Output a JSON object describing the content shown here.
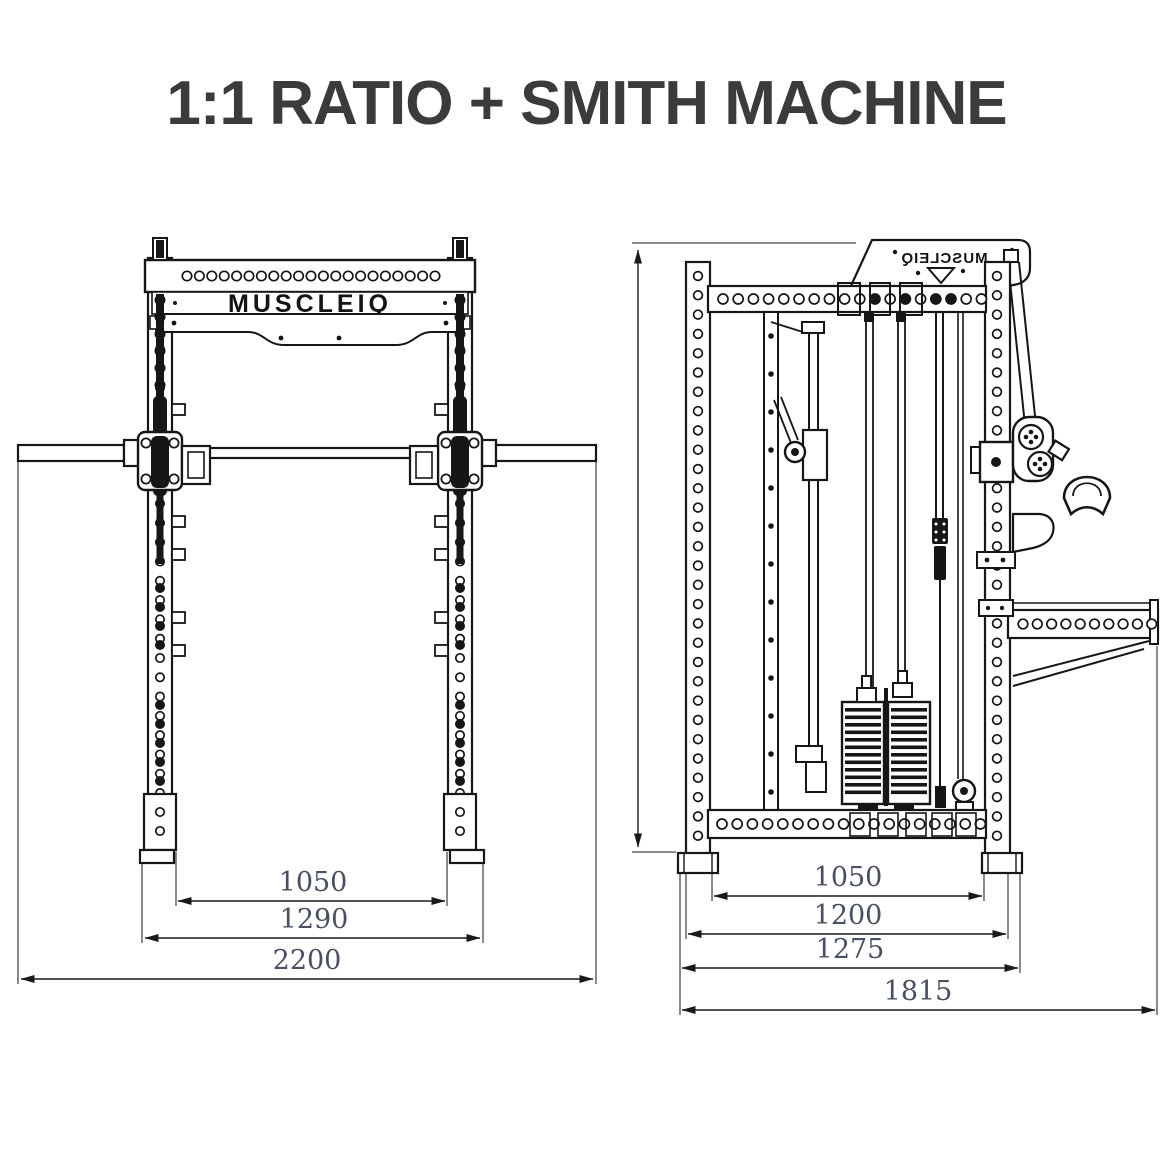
{
  "title": "1:1 RATIO + SMITH MACHINE",
  "brand": "MUSCLEIQ",
  "dims": {
    "front": [
      "1050",
      "1290",
      "2200"
    ],
    "side": [
      "1050",
      "1200",
      "1275",
      "1815"
    ]
  },
  "colors": {
    "background": "#ffffff",
    "line": "#161616",
    "dimension_text": "#485061",
    "title_text": "#3b3b3d"
  }
}
